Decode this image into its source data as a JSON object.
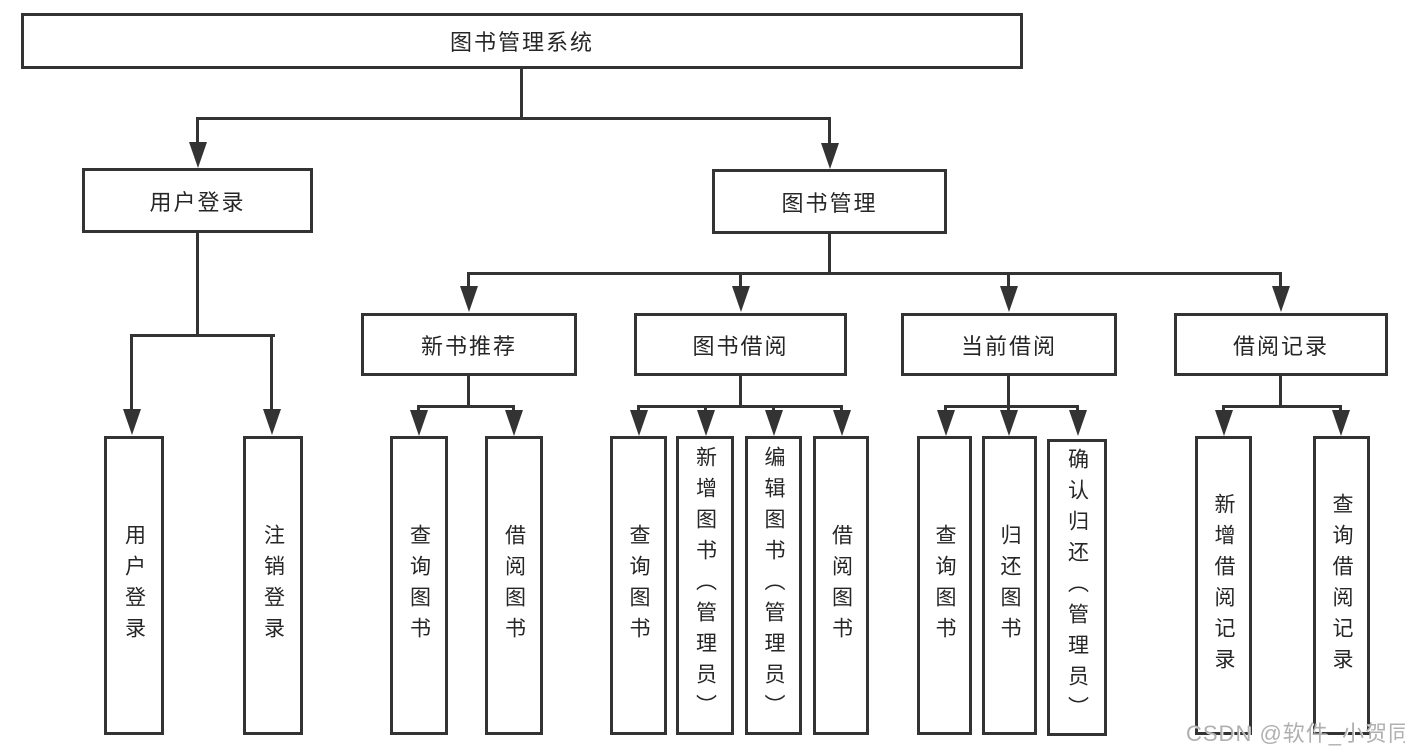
{
  "diagram": {
    "root": "图书管理系统",
    "l2": [
      "用户登录",
      "图书管理"
    ],
    "l3": [
      "新书推荐",
      "图书借阅",
      "当前借阅",
      "借阅记录"
    ],
    "leaves_user": [
      "用户登录",
      "注销登录"
    ],
    "leaves_recommend": [
      "查询图书",
      "借阅图书"
    ],
    "leaves_borrow": [
      "查询图书",
      "新增图书（管理员）",
      "编辑图书（管理员）",
      "借阅图书"
    ],
    "leaves_current": [
      "查询图书",
      "归还图书",
      "确认归还（管理员）"
    ],
    "leaves_record": [
      "新增借阅记录",
      "查询借阅记录"
    ],
    "watermark": "CSDN @软件_小贺同学",
    "colors": {
      "line": "#333333",
      "text": "#262626",
      "watermark": "#b0b0b0",
      "background": "#ffffff"
    }
  }
}
